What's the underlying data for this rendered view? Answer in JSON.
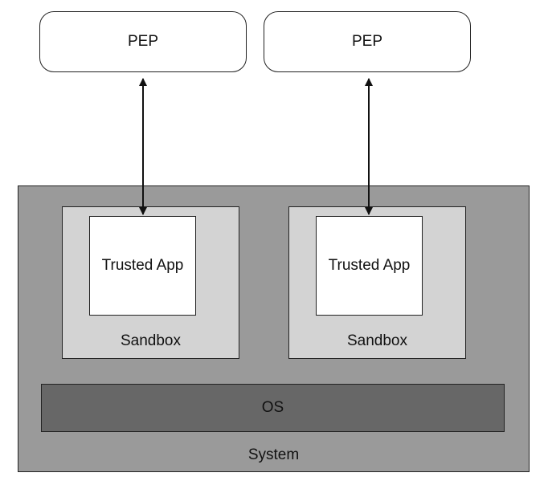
{
  "peps": [
    {
      "label": "PEP"
    },
    {
      "label": "PEP"
    }
  ],
  "sandboxes": [
    {
      "label": "Sandbox",
      "app_label": "Trusted App"
    },
    {
      "label": "Sandbox",
      "app_label": "Trusted App"
    }
  ],
  "os": {
    "label": "OS"
  },
  "system": {
    "label": "System"
  },
  "colors": {
    "system_fill": "#9a9a9a",
    "sandbox_fill": "#d3d3d3",
    "os_fill": "#676767",
    "app_fill": "#ffffff",
    "stroke": "#222222"
  }
}
